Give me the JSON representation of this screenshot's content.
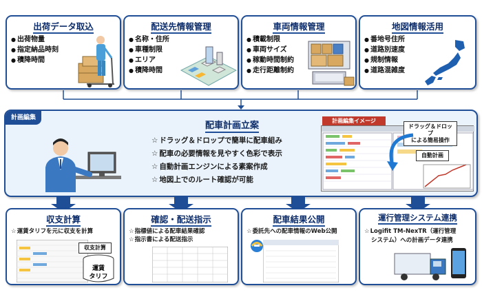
{
  "top_boxes": [
    {
      "title": "出荷データ取込",
      "items": [
        "出荷物量",
        "指定納品時刻",
        "積降時間"
      ]
    },
    {
      "title": "配送先情報管理",
      "items": [
        "名称・住所",
        "車種制限",
        "エリア",
        "積降時間"
      ]
    },
    {
      "title": "車両情報管理",
      "items": [
        "積載制限",
        "車両サイズ",
        "稼動時間制約",
        "走行距離制約"
      ]
    },
    {
      "title": "地図情報活用",
      "items": [
        "番地号住所",
        "道路別速度",
        "規制情報",
        "道路混雑度"
      ]
    }
  ],
  "middle": {
    "tag": "計画編集",
    "title": "配車計画立案",
    "items": [
      "ドラッグ＆ドロップで簡単に配車組み",
      "配車の必要情報を見やすく色彩で表示",
      "自動計画エンジンによる素案作成",
      "地図上でのルート確認が可能"
    ],
    "screen_label": "計画編集イメージ",
    "callout_drag": "ドラッグ＆ドロップ\nによる簡易操作",
    "callout_auto": "自動計画"
  },
  "bottom_boxes": [
    {
      "title": "収支計算",
      "items": [
        "運賃タリフを元に収支を計算"
      ],
      "sub_label": "収支計算",
      "cylinder_label": "運賃\nタリフ"
    },
    {
      "title": "確認・配送指示",
      "items": [
        "指標値による配車結果確認",
        "指示書による配送指示"
      ]
    },
    {
      "title": "配車結果公開",
      "items": [
        "委託先への配車情報のWeb公開"
      ]
    },
    {
      "title": "運行管理システム連携",
      "items": [
        "Logifit TM-NexTR（運行管理システム）への計画データ連携"
      ],
      "item_line1": "Logifit TM-NexTR（運行管理",
      "item_line2": "システム）への計画データ連携"
    }
  ],
  "colors": {
    "border": "#1f4e96",
    "title": "#0d2d6b",
    "panel": "#eaf3fb",
    "arrow": "#1f4e96"
  }
}
